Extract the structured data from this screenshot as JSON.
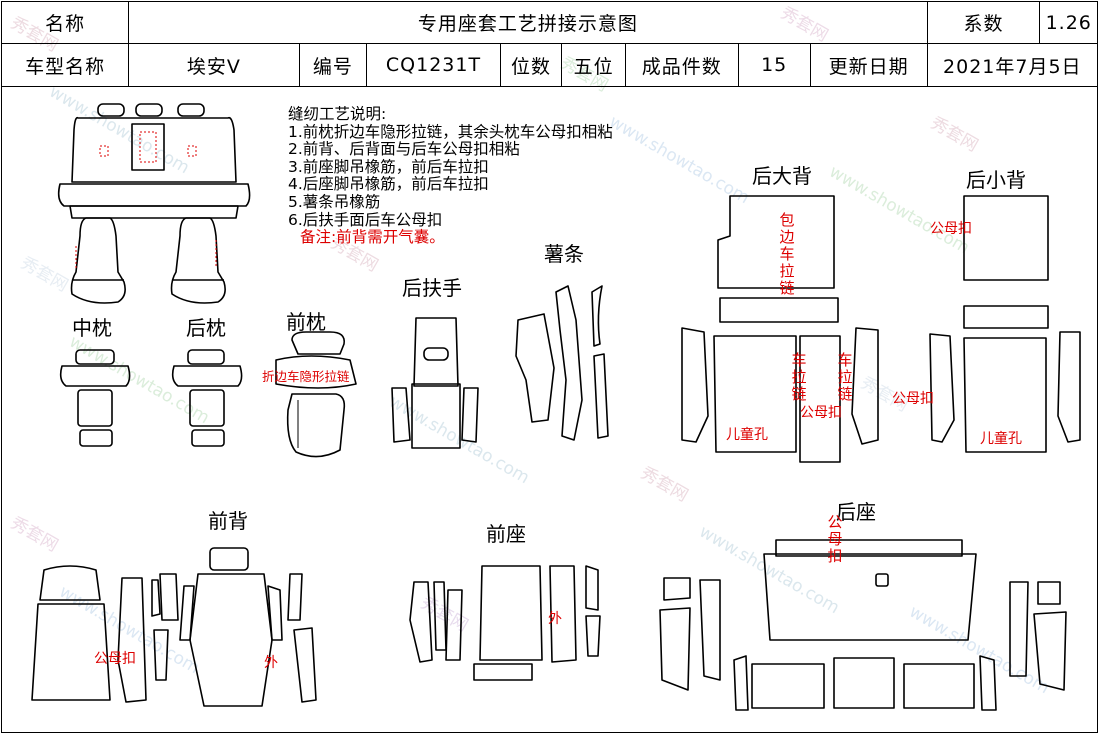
{
  "header": {
    "row1": {
      "name_label": "名称",
      "title": "专用座套工艺拼接示意图",
      "coef_label": "系数",
      "coef_value": "1.26"
    },
    "row2": {
      "model_label": "车型名称",
      "model_value": "埃安V",
      "code_label": "编号",
      "code_value": "CQ1231T",
      "seats_label": "位数",
      "seats_value": "五位",
      "pieces_label": "成品件数",
      "pieces_value": "15",
      "date_label": "更新日期",
      "date_value": "2021年7月5日"
    }
  },
  "notes": {
    "heading": "缝纫工艺说明:",
    "items": [
      "1.前枕折边车隐形拉链，其余头枕车公母扣相粘",
      "2.前背、后背面与后车公母扣相粘",
      "3.前座脚吊橡筋，前后车拉扣",
      "4.后座脚吊橡筋，前后车拉扣",
      "5.薯条吊橡筋",
      "6.后扶手面后车公母扣"
    ],
    "remark": "备注:前背需开气囊。"
  },
  "parts": {
    "mid_headrest": "中枕",
    "rear_headrest": "后枕",
    "front_headrest": "前枕",
    "rear_armrest": "后扶手",
    "fries": "薯条",
    "rear_big_back": "后大背",
    "rear_small_back": "后小背",
    "front_back": "前背",
    "front_seat": "前座",
    "rear_seat": "后座"
  },
  "annotations": {
    "fold_zipper": "折边车隐形拉链",
    "wrap_zipper": "包边车拉链",
    "zipper_a": "车拉链",
    "zipper_b": "车拉链",
    "snap_1": "公母扣",
    "snap_2": "公母扣",
    "snap_3": "公母扣",
    "snap_4": "公母扣",
    "snap_5": "公母扣",
    "child_hole_1": "儿童孔",
    "child_hole_2": "儿童孔",
    "outer_1": "外",
    "outer_2": "外"
  },
  "watermark": {
    "cn": "秀套网",
    "url": "www.showtao.com"
  },
  "colors": {
    "line": "#000000",
    "annotation": "#d00000"
  }
}
